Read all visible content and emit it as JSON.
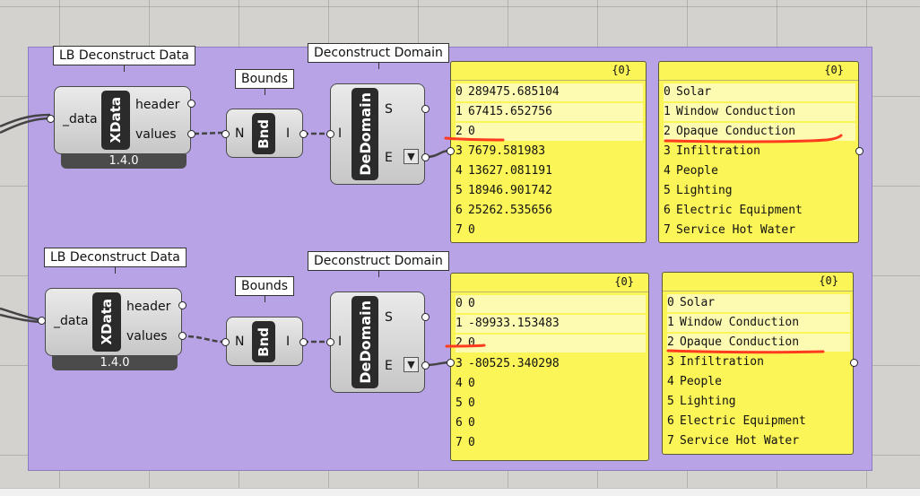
{
  "components": {
    "top": {
      "deconstruct_data_label": "LB Deconstruct Data",
      "bounds_label": "Bounds",
      "domain_label": "Deconstruct Domain",
      "xdata": {
        "core": "XData",
        "input": "_data",
        "output_header": "header",
        "output_values": "values",
        "version": "1.4.0"
      },
      "bnd": {
        "core": "Bnd",
        "input": "N",
        "output": "I"
      },
      "dedomain": {
        "core": "DeDomain",
        "input": "I",
        "output_s": "S",
        "output_e": "E"
      }
    },
    "bottom": {
      "deconstruct_data_label": "LB Deconstruct Data",
      "bounds_label": "Bounds",
      "domain_label": "Deconstruct Domain",
      "xdata": {
        "core": "XData",
        "input": "_data",
        "output_header": "header",
        "output_values": "values",
        "version": "1.4.0"
      },
      "bnd": {
        "core": "Bnd",
        "input": "N",
        "output": "I"
      },
      "dedomain": {
        "core": "DeDomain",
        "input": "I",
        "output_s": "S",
        "output_e": "E"
      }
    }
  },
  "panels": {
    "top_values": {
      "path": "{0}",
      "rows": [
        {
          "i": "0",
          "v": "289475.685104"
        },
        {
          "i": "1",
          "v": "67415.652756"
        },
        {
          "i": "2",
          "v": "0"
        },
        {
          "i": "3",
          "v": "7679.581983"
        },
        {
          "i": "4",
          "v": "13627.081191"
        },
        {
          "i": "5",
          "v": "18946.901742"
        },
        {
          "i": "6",
          "v": "25262.535656"
        },
        {
          "i": "7",
          "v": "0"
        }
      ]
    },
    "top_names": {
      "path": "{0}",
      "rows": [
        {
          "i": "0",
          "v": "Solar"
        },
        {
          "i": "1",
          "v": "Window Conduction"
        },
        {
          "i": "2",
          "v": "Opaque Conduction"
        },
        {
          "i": "3",
          "v": "Infiltration"
        },
        {
          "i": "4",
          "v": "People"
        },
        {
          "i": "5",
          "v": "Lighting"
        },
        {
          "i": "6",
          "v": "Electric Equipment"
        },
        {
          "i": "7",
          "v": "Service Hot Water"
        }
      ]
    },
    "bottom_values": {
      "path": "{0}",
      "rows": [
        {
          "i": "0",
          "v": "0"
        },
        {
          "i": "1",
          "v": "-89933.153483"
        },
        {
          "i": "2",
          "v": "0"
        },
        {
          "i": "3",
          "v": "-80525.340298"
        },
        {
          "i": "4",
          "v": "0"
        },
        {
          "i": "5",
          "v": "0"
        },
        {
          "i": "6",
          "v": "0"
        },
        {
          "i": "7",
          "v": "0"
        }
      ]
    },
    "bottom_names": {
      "path": "{0}",
      "rows": [
        {
          "i": "0",
          "v": "Solar"
        },
        {
          "i": "1",
          "v": "Window Conduction"
        },
        {
          "i": "2",
          "v": "Opaque Conduction"
        },
        {
          "i": "3",
          "v": "Infiltration"
        },
        {
          "i": "4",
          "v": "People"
        },
        {
          "i": "5",
          "v": "Lighting"
        },
        {
          "i": "6",
          "v": "Electric Equipment"
        },
        {
          "i": "7",
          "v": "Service Hot Water"
        }
      ]
    }
  },
  "colors": {
    "canvas": "#d4d2cf",
    "group": "#b8a3e6",
    "panel": "#fbf557",
    "annotation": "#ff3b1d"
  }
}
